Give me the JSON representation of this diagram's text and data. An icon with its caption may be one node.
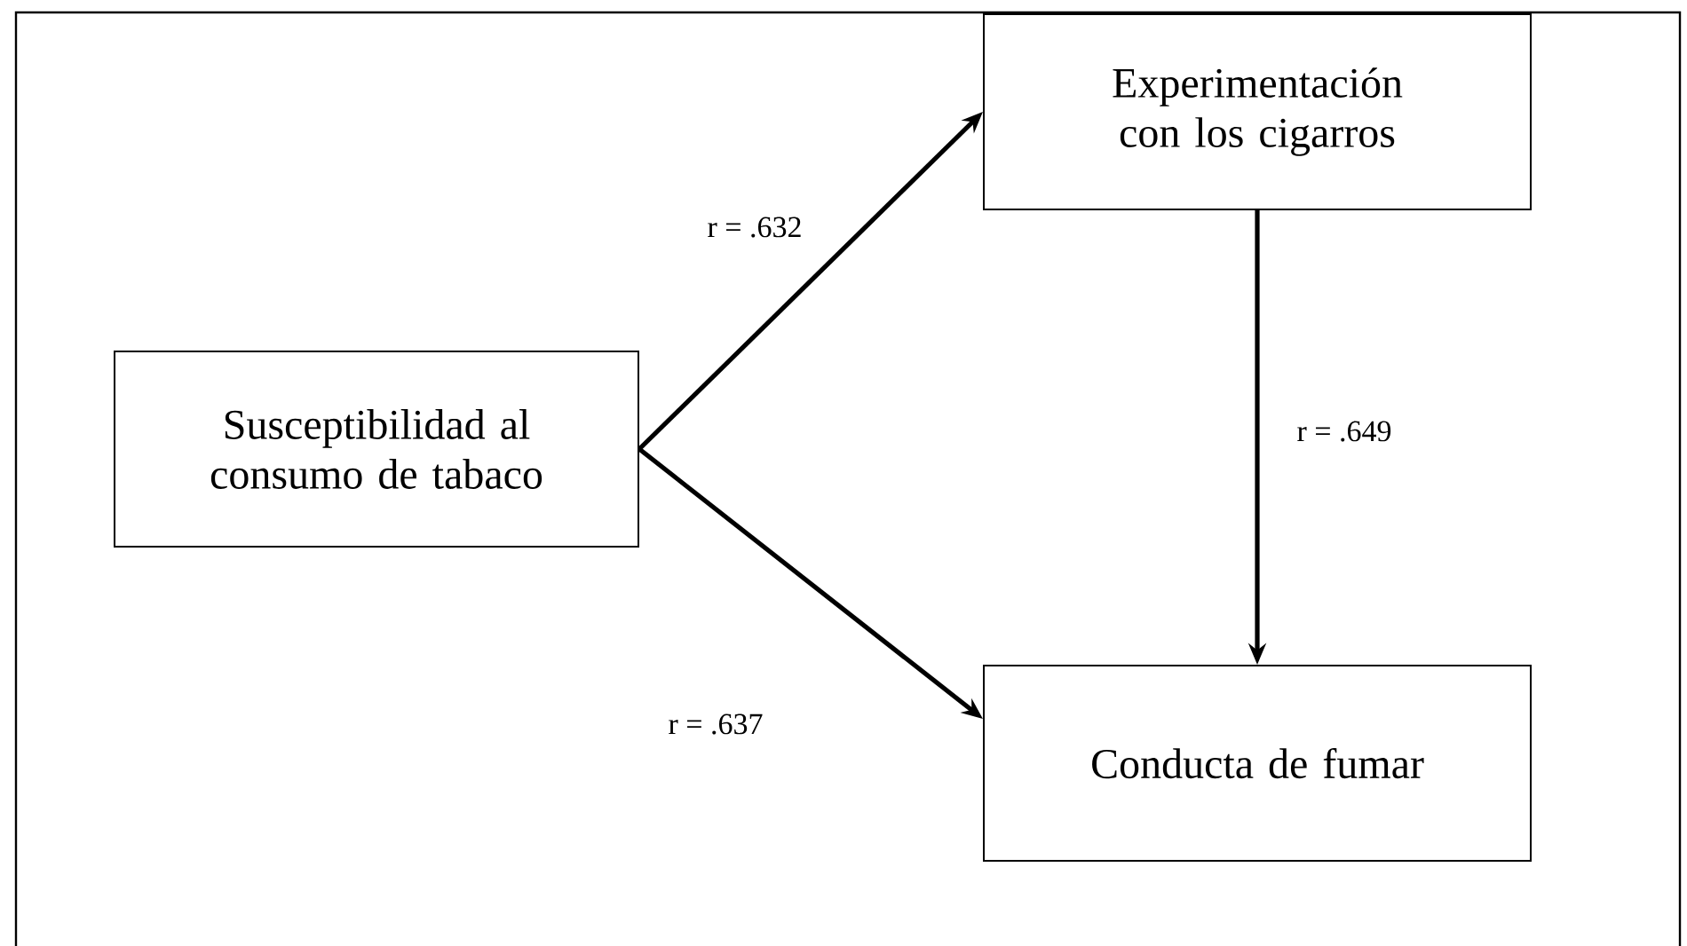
{
  "diagram": {
    "nodes": [
      {
        "text": [
          "Susceptibilidad al consumo de tabaco"
        ]
      },
      {
        "text": [
          "Experimentación con los cigarros"
        ]
      },
      {
        "text": [
          "Conducta de fumar"
        ]
      }
    ],
    "edges": [
      {
        "from": 0,
        "to": 1,
        "arrow": "to",
        "label": "r = .632"
      },
      {
        "from": 0,
        "to": 2,
        "arrow": "to",
        "label": "r = .637"
      },
      {
        "from": 1,
        "to": 2,
        "arrow": "to",
        "label": "r = .649"
      }
    ]
  }
}
